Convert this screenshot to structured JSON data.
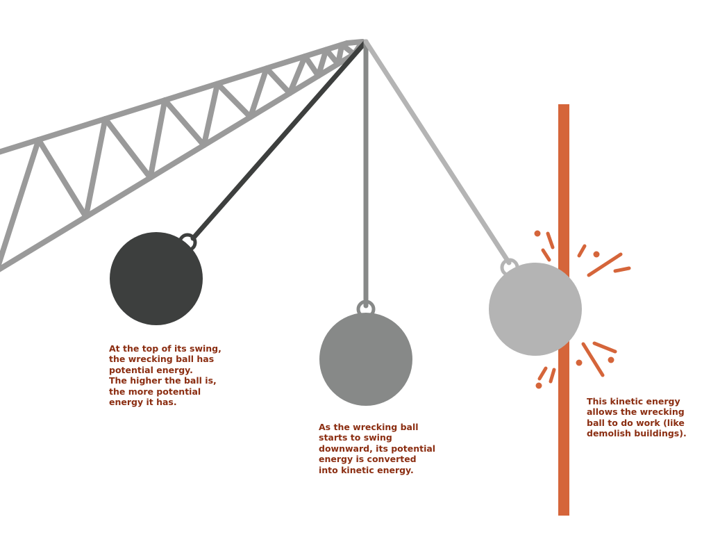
{
  "colors": {
    "crane": "#9a9a9a",
    "ball_top": "#3d3f3e",
    "cable_top": "#3d3f3e",
    "ball_middle": "#878988",
    "cable_middle": "#878988",
    "ball_impact": "#b4b4b4",
    "cable_impact": "#b4b4b4",
    "wall": "#d5653a",
    "text": "#8b2e12"
  },
  "captions": {
    "top": "At the top of its swing,\nthe wrecking ball has\npotential energy.\nThe higher the ball is,\nthe more potential\nenergy it has.",
    "middle": "As the wrecking ball\nstarts to swing\ndownward, its potential\nenergy is converted\ninto kinetic energy.",
    "impact": "This kinetic energy\nallows the wrecking\nball to do work (like\ndemolish buildings)."
  }
}
